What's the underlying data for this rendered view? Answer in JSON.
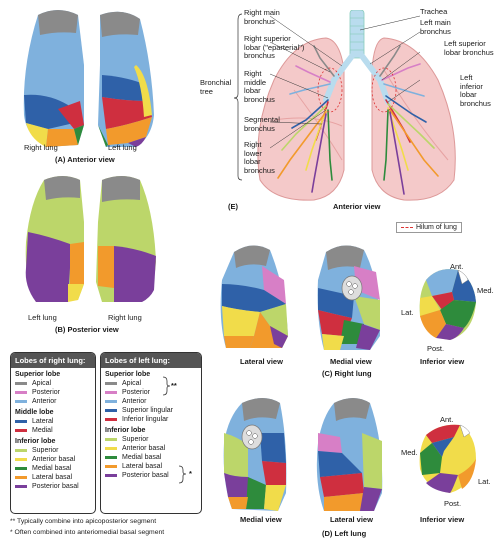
{
  "colors": {
    "apical": "#8a8a8a",
    "posterior": "#d77fc6",
    "anterior": "#7fb1dd",
    "lateral": "#2f61a8",
    "medial": "#cf2f3f",
    "superior": "#bcd66a",
    "anterior_basal": "#f1dc4a",
    "medial_basal": "#2e8b3c",
    "lateral_basal": "#f29a2c",
    "posterior_basal": "#7a3f9b",
    "superior_lingular": "#2f61a8",
    "inferior_lingular": "#cf2f3f",
    "lung_pink": "#f4c9c9",
    "bronchus_blue": "#b9dcee"
  },
  "panel_a": {
    "left_label": "Right lung",
    "right_label": "Left lung",
    "caption": "(A) Anterior view"
  },
  "panel_b": {
    "left_label": "Left lung",
    "right_label": "Right lung",
    "caption": "(B) Posterior view"
  },
  "panel_c": {
    "lateral": "Lateral view",
    "medial": "Medial view",
    "inferior": "Inferior view",
    "caption": "(C) Right lung",
    "ant": "Ant.",
    "med": "Med.",
    "lat": "Lat.",
    "post": "Post."
  },
  "panel_d": {
    "medial": "Medial view",
    "lateral": "Lateral view",
    "inferior": "Inferior view",
    "caption": "(D) Left lung",
    "ant": "Ant.",
    "med": "Med.",
    "lat": "Lat.",
    "post": "Post."
  },
  "panel_e": {
    "caption": "(E)",
    "view": "Anterior view",
    "bronchial_tree": "Bronchial tree",
    "right_main": "Right main bronchus",
    "right_superior": "Right superior lobar (\"eparterial\") bronchus",
    "right_middle": "Right middle lobar bronchus",
    "segmental": "Segmental bronchus",
    "right_lower": "Right lower lobar bronchus",
    "trachea": "Trachea",
    "left_main": "Left main bronchus",
    "left_superior": "Left superior lobar bronchus",
    "left_inferior": "Left inferior lobar bronchus",
    "hilum": "Hilum of lung"
  },
  "legend_right": {
    "title": "Lobes of right lung:",
    "superior_lobe": "Superior lobe",
    "sup_items": [
      "Apical",
      "Posterior",
      "Anterior"
    ],
    "middle_lobe": "Middle lobe",
    "mid_items": [
      "Lateral",
      "Medial"
    ],
    "inferior_lobe": "Inferior lobe",
    "inf_items": [
      "Superior",
      "Anterior basal",
      "Medial basal",
      "Lateral basal",
      "Posterior basal"
    ]
  },
  "legend_left": {
    "title": "Lobes of left lung:",
    "superior_lobe": "Superior lobe",
    "sup_items": [
      "Apical",
      "Posterior",
      "Anterior",
      "Superior lingular",
      "Inferior lingular"
    ],
    "inferior_lobe": "Inferior lobe",
    "inf_items": [
      "Superior",
      "Anterior basal",
      "Medial basal",
      "Lateral basal",
      "Posterior basal"
    ],
    "mark_double": "**",
    "mark_single": "*"
  },
  "notes": {
    "double": "** Typically combine into apicoposterior segment",
    "single": "* Often combined into anteriomedial basal segment"
  }
}
